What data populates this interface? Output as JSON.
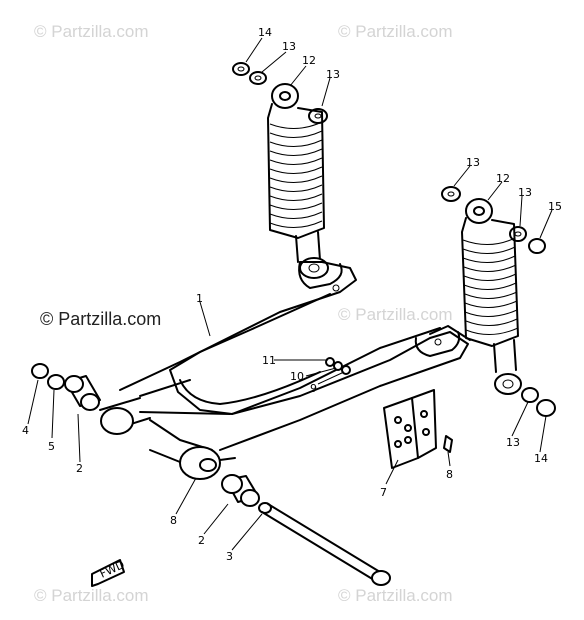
{
  "watermark": {
    "text": "© Partzilla.com",
    "color": "#d4d4d4",
    "main_color": "#222222"
  },
  "callouts": {
    "shock_top_nut": "14",
    "shock_top_washer_a": "13",
    "shock_upper": "12",
    "shock_top_washer_b": "13",
    "right_washer_a": "13",
    "right_shock_upper": "12",
    "right_washer_b": "13",
    "right_nut": "15",
    "swingarm": "1",
    "bolt_11": "11",
    "washer_10": "10",
    "nut_9": "9",
    "left_cap": "4",
    "left_washer": "5",
    "left_bushing": "2",
    "right_lower_washer": "13",
    "right_lower_nut": "14",
    "chain_guide": "7",
    "guide_bolt": "8",
    "pivot_bushing_label": "8",
    "pivot_bushing_2": "2",
    "pivot_shaft": "3"
  },
  "fwd_label": "FWD"
}
